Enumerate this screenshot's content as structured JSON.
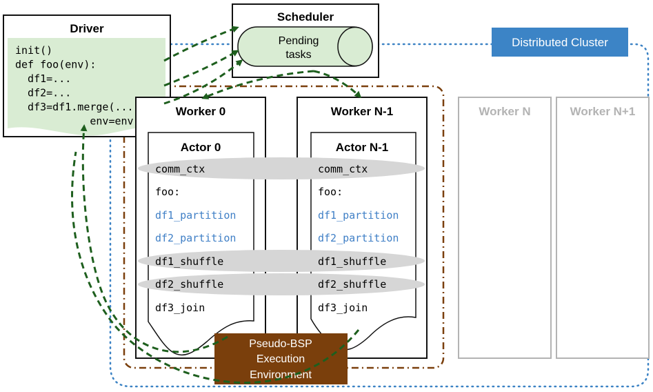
{
  "driver": {
    "title": "Driver",
    "code": [
      "init()",
      "def foo(env):",
      "  df1=...",
      "  df2=...",
      "  df3=df1.merge(...,",
      "            env=env)"
    ]
  },
  "scheduler": {
    "title": "Scheduler",
    "queue_line1": "Pending",
    "queue_line2": "tasks"
  },
  "cluster_label": "Distributed Cluster",
  "workers": [
    {
      "title": "Worker 0",
      "actor": "Actor 0",
      "items": [
        "comm_ctx",
        "foo:",
        "df1_partition",
        "df2_partition",
        "df1_shuffle",
        "df2_shuffle",
        "df3_join"
      ]
    },
    {
      "title": "Worker N-1",
      "actor": "Actor N-1",
      "items": [
        "comm_ctx",
        "foo:",
        "df1_partition",
        "df2_partition",
        "df1_shuffle",
        "df2_shuffle",
        "df3_join"
      ]
    }
  ],
  "idle_workers": [
    "Worker N",
    "Worker N+1"
  ],
  "bsp_label": [
    "Pseudo-BSP",
    "Execution",
    "Environment"
  ],
  "colors": {
    "code_bg": "#d9ecd3",
    "arrow": "#1e5f1e",
    "bsp_fill": "#7a3f0c",
    "bsp_border": "#7a3f0c",
    "cluster_border": "#3b82c4",
    "cluster_label_bg": "#3c84c6",
    "partition_text": "#3f7fc6",
    "shared_band": "#d6d6d6",
    "idle_worker": "#b3b3b3"
  }
}
